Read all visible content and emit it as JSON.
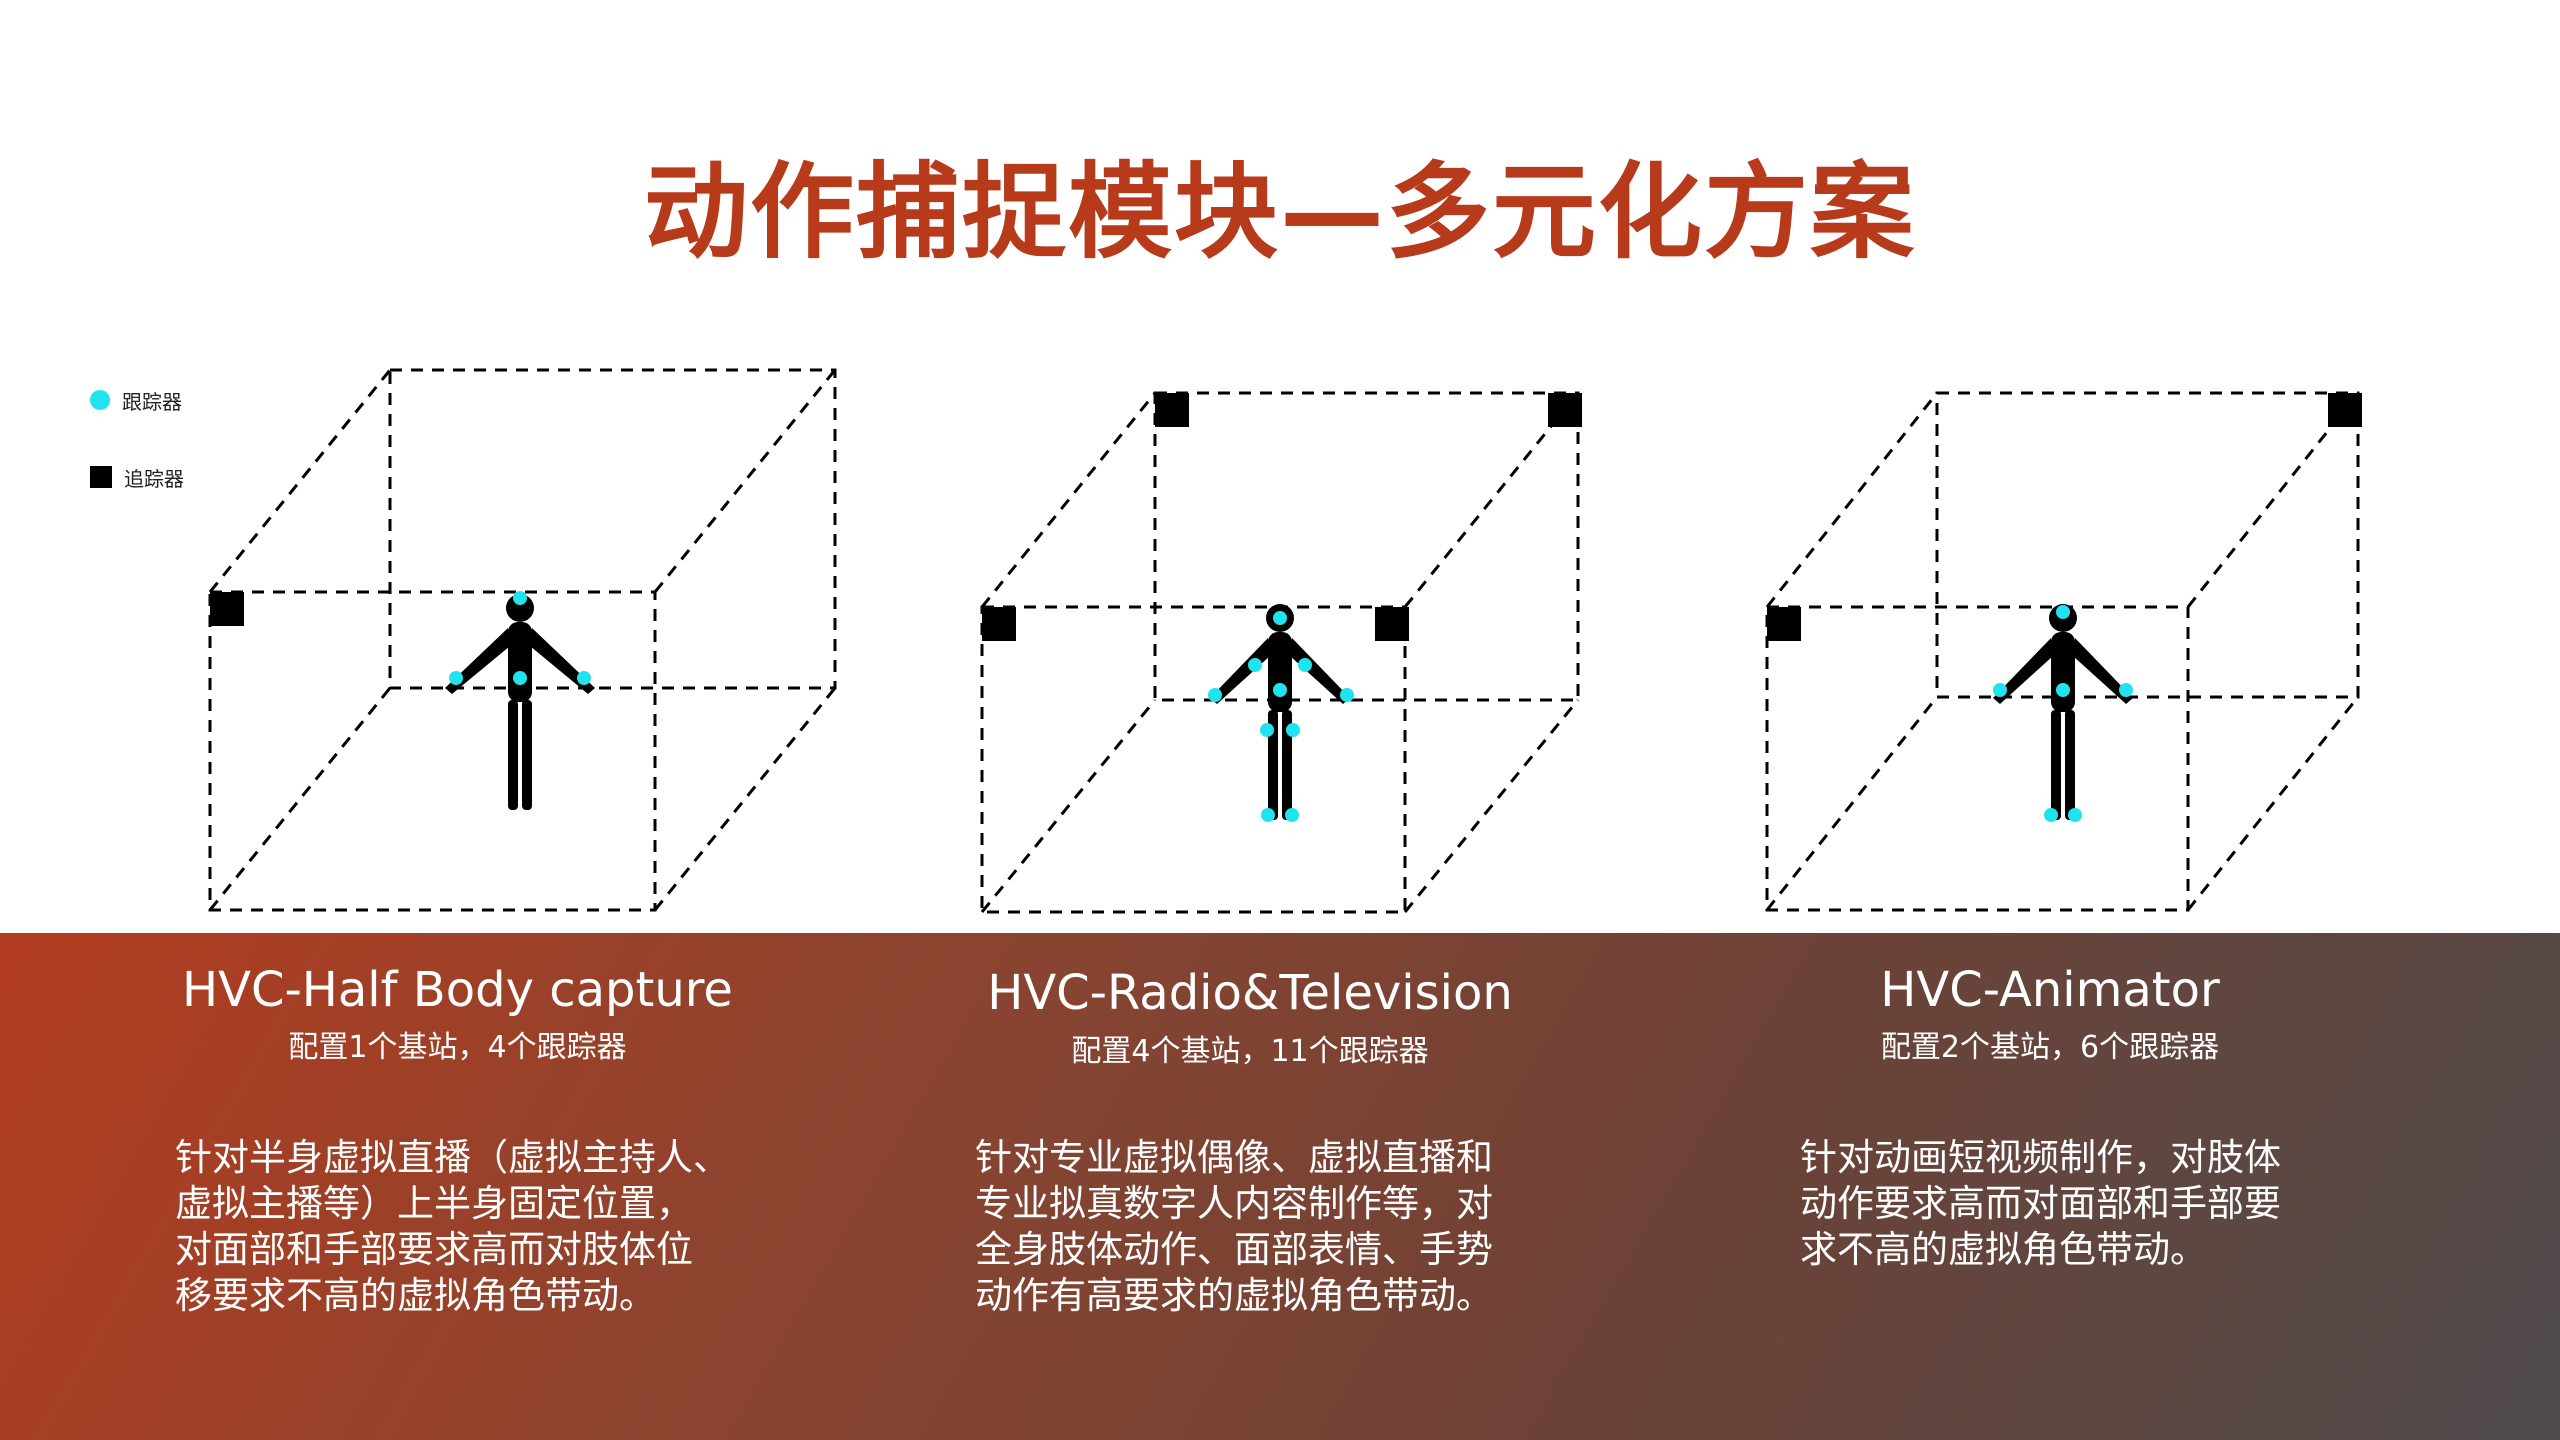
{
  "title": "动作捕捉模块—多元化方案",
  "legend": {
    "tracker_label": "跟踪器",
    "base_station_label": "追踪器"
  },
  "colors": {
    "title": "#b73a1a",
    "tracker": "#1fe3ee",
    "base_station": "#000000"
  },
  "cards": [
    {
      "name": "HVC-Half Body capture",
      "config": "配置1个基站，4个跟踪器",
      "description": [
        "针对半身虚拟直播（虚拟主持人、",
        "虚拟主播等）上半身固定位置，",
        "对面部和手部要求高而对肢体位",
        "移要求不高的虚拟角色带动。"
      ]
    },
    {
      "name": "HVC-Radio&Television",
      "config": "配置4个基站，11个跟踪器",
      "description": [
        "针对专业虚拟偶像、虚拟直播和",
        "专业拟真数字人内容制作等，对",
        "全身肢体动作、面部表情、手势",
        "动作有高要求的虚拟角色带动。"
      ]
    },
    {
      "name": "HVC-Animator",
      "config": "配置2个基站，6个跟踪器",
      "description": [
        "针对动画短视频制作，对肢体",
        "动作要求高而对面部和手部要",
        "求不高的虚拟角色带动。"
      ]
    }
  ]
}
